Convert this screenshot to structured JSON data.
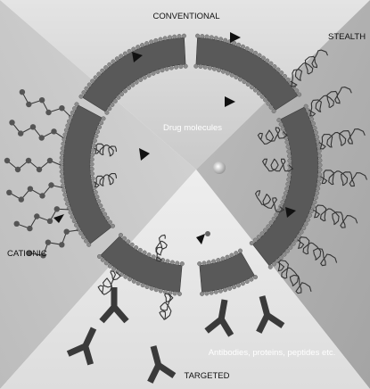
{
  "labels": {
    "conventional": "CONVENTIONAL",
    "stealth": "STEALTH",
    "cationic": "CATIONIC",
    "targeted": "TARGETED",
    "drug_molecules": "Drug molecules",
    "ligands": "Antibodies, proteins, peptides etc."
  },
  "colors": {
    "membrane": "#595959",
    "head_group": "#8c8c8c",
    "polymer": "#333333",
    "antibody": "#3a3a3a",
    "drug": "#111111"
  }
}
